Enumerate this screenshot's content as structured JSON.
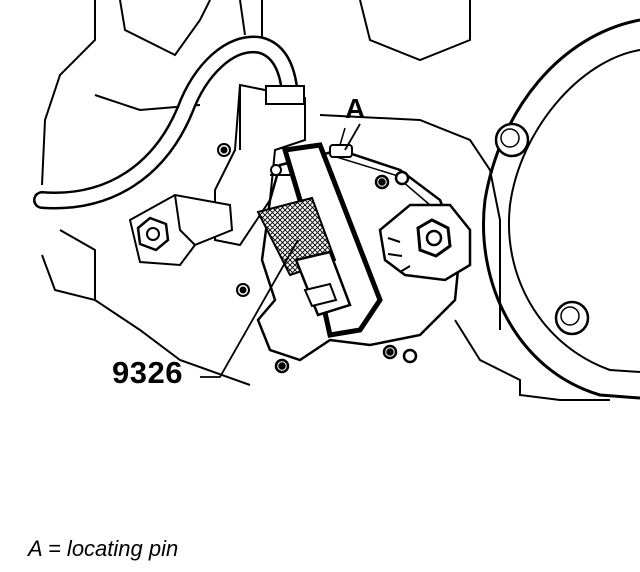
{
  "callouts": {
    "a": "A",
    "tool": "9326"
  },
  "legend": {
    "text": "A = locating pin"
  }
}
